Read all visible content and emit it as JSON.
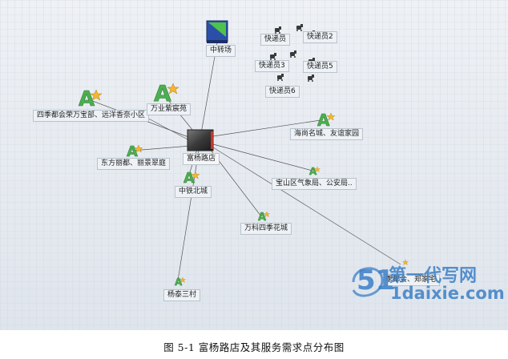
{
  "map": {
    "store": {
      "label": "富杨路店"
    },
    "center": {
      "label": "中转场"
    },
    "couriers": [
      {
        "label": "快递员"
      },
      {
        "label": "快递员2"
      },
      {
        "label": "快递员3"
      },
      {
        "label": "快递员5"
      },
      {
        "label": "快递员6"
      }
    ],
    "demand_points": [
      {
        "label": "四季都会荣万宝部、远洋香奈小区"
      },
      {
        "label": "万业紫宸苑"
      },
      {
        "label": "东方丽都、丽景翠庭"
      },
      {
        "label": "中铁北城"
      },
      {
        "label": "海尚名城、友谊家园"
      },
      {
        "label": "宝山区气象局、公安局.."
      },
      {
        "label": "万科四季花城"
      },
      {
        "label": "杨泰三村"
      },
      {
        "label": "季都会、郑家宅"
      }
    ]
  },
  "watermark": {
    "logo_glyph": "51",
    "top_text": "第一代写网",
    "bottom_text": "1daixie.com"
  },
  "caption": "图 5-1    富杨路店及其服务需求点分布图",
  "colors": {
    "grid_bg": "#dde3ea",
    "grid_line": "#c6ced8",
    "link_line": "#555555",
    "demand_icon": "#4caf50",
    "star": "#f2b632",
    "center_blue": "#2b4ea8",
    "watermark": "#3c7fc7"
  }
}
